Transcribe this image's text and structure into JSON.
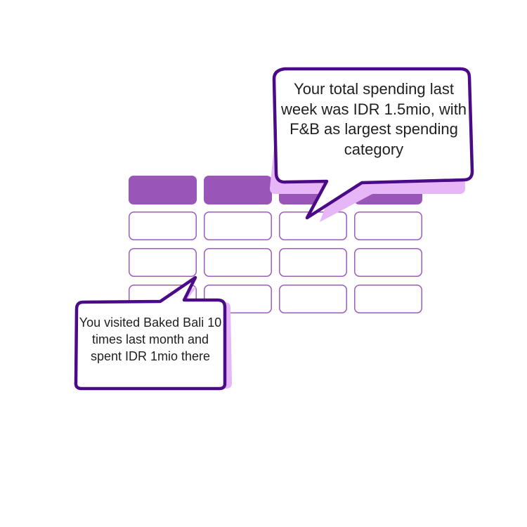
{
  "colors": {
    "header_fill": "#9a55b8",
    "cell_stroke": "#9c5cc0",
    "bubble_outline": "#4b0a86",
    "bubble_shadow": "#e6b6f6",
    "bubble_fill": "#ffffff",
    "text": "#1f1f1f"
  },
  "table": {
    "columns": 4,
    "body_rows": 3
  },
  "bubbles": {
    "top": {
      "text": "Your total spending last week was IDR 1.5mio, with F&B as largest spending category"
    },
    "bottom": {
      "text": "You visited Baked Bali 10 times last month and spent IDR 1mio there"
    }
  }
}
